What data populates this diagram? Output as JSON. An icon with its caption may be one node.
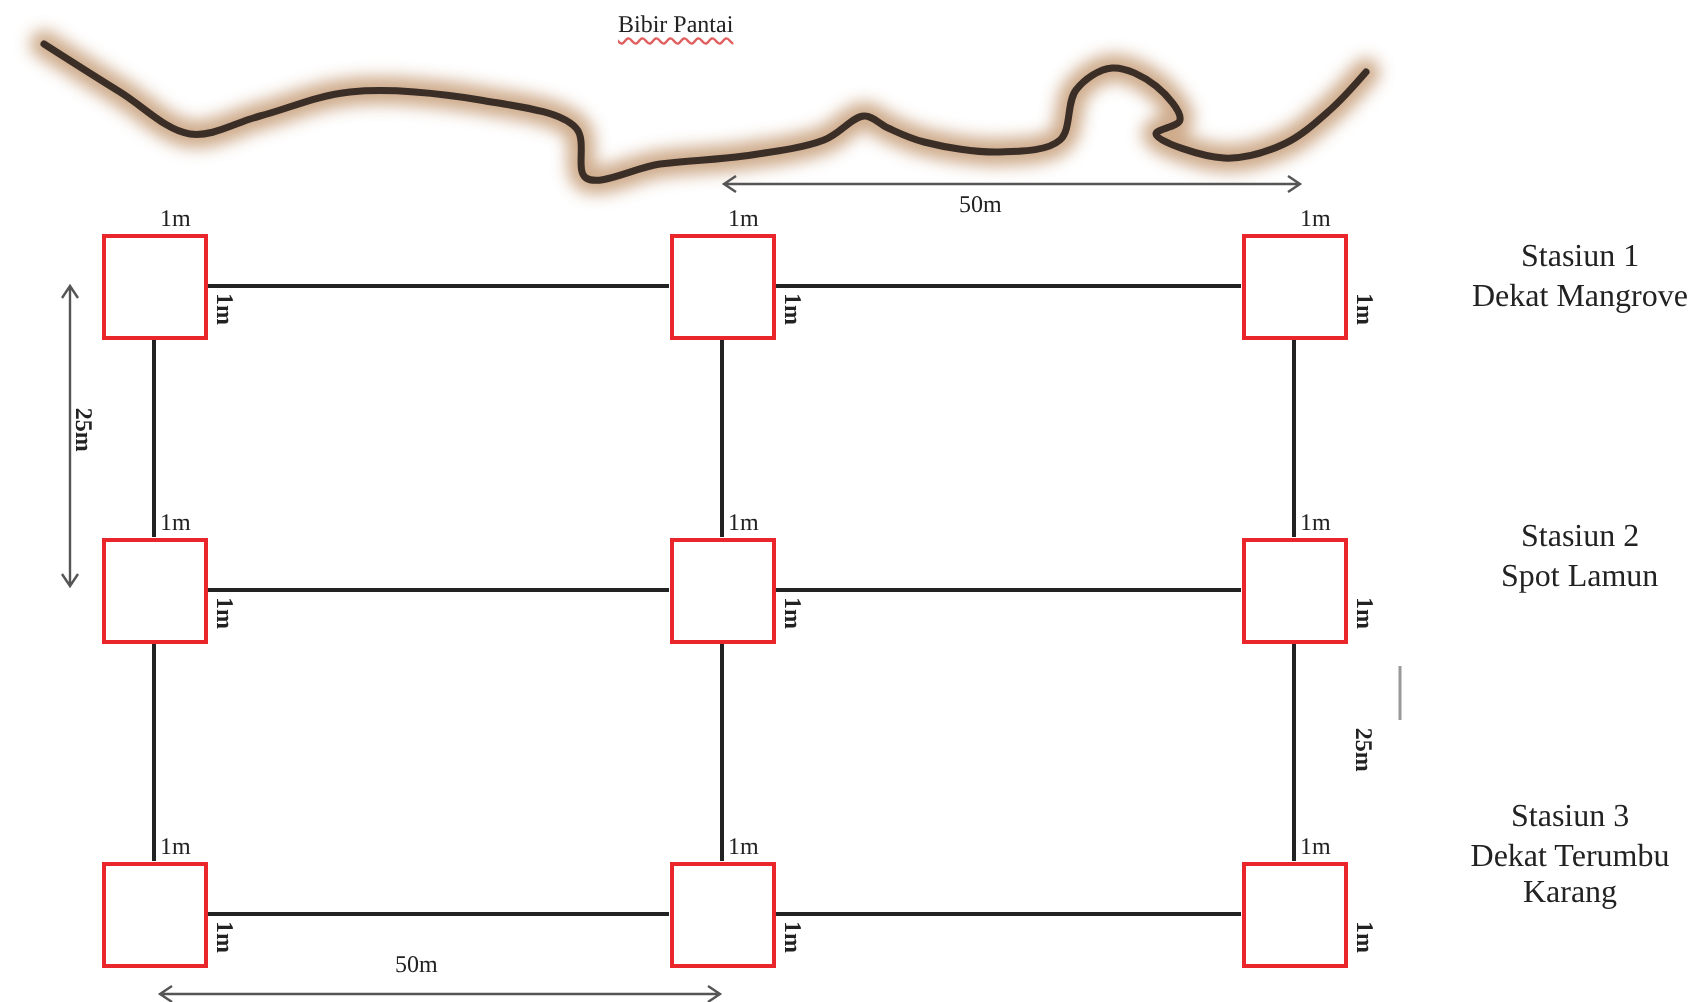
{
  "diagram": {
    "nodes": [
      {
        "text": [],
        "shape": "box",
        "beside": [
          "1m",
          "1m"
        ]
      },
      {
        "text": [],
        "shape": "box",
        "beside": [
          "1m",
          "1m"
        ]
      },
      {
        "text": [],
        "shape": "box",
        "beside": [
          "1m",
          "1m"
        ]
      },
      {
        "text": [],
        "shape": "box",
        "beside": [
          "1m",
          "1m"
        ]
      },
      {
        "text": [],
        "shape": "box",
        "beside": [
          "1m",
          "1m"
        ]
      },
      {
        "text": [],
        "shape": "box",
        "beside": [
          "1m",
          "1m"
        ]
      },
      {
        "text": [],
        "shape": "box",
        "beside": [
          "1m",
          "1m"
        ]
      },
      {
        "text": [],
        "shape": "box",
        "beside": [
          "1m",
          "1m"
        ]
      },
      {
        "text": [],
        "shape": "box",
        "beside": [
          "1m",
          "1m"
        ]
      }
    ],
    "edges": [
      {
        "from": 0,
        "to": 1,
        "arrow": "none"
      },
      {
        "from": 1,
        "to": 2,
        "arrow": "none"
      },
      {
        "from": 0,
        "to": 3,
        "arrow": "none"
      },
      {
        "from": 1,
        "to": 4,
        "arrow": "none"
      },
      {
        "from": 2,
        "to": 5,
        "arrow": "none"
      },
      {
        "from": 3,
        "to": 4,
        "arrow": "none"
      },
      {
        "from": 4,
        "to": 5,
        "arrow": "none"
      },
      {
        "from": 3,
        "to": 6,
        "arrow": "none"
      },
      {
        "from": 4,
        "to": 7,
        "arrow": "none"
      },
      {
        "from": 5,
        "to": 8,
        "arrow": "none"
      },
      {
        "from": 6,
        "to": 7,
        "arrow": "none"
      },
      {
        "from": 7,
        "to": 8,
        "arrow": "none"
      }
    ],
    "labels": [
      "Bibir Pantai",
      "50m",
      "Stasiun 1",
      "Dekat Mangrove",
      "25m",
      "Stasiun 2",
      "Spot Lamun",
      "25m",
      "Stasiun 3",
      "Dekat Terumbu Karang",
      "50m"
    ]
  }
}
